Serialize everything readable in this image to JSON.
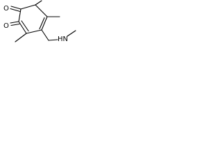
{
  "molecule": {
    "atom_labels": {
      "oxygen_top": "O",
      "oxygen_bottom": "O",
      "amine": "HN"
    },
    "colors": {
      "bond": "#000000",
      "label": "#000000",
      "background": "#ffffff"
    }
  }
}
